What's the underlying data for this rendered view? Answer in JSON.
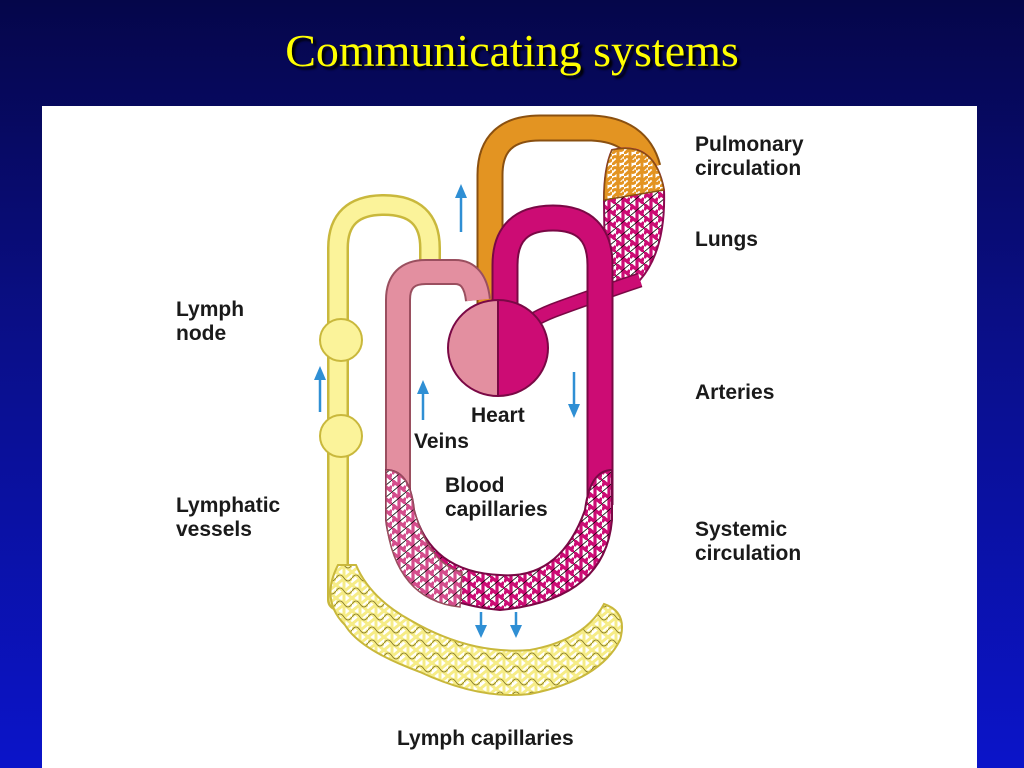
{
  "slide": {
    "title": "Communicating systems"
  },
  "labels": {
    "pulmonary_circulation": "Pulmonary\ncirculation",
    "lungs": "Lungs",
    "lymph_node": "Lymph\nnode",
    "arteries": "Arteries",
    "heart": "Heart",
    "veins": "Veins",
    "blood_capillaries": "Blood\ncapillaries",
    "lymphatic_vessels": "Lymphatic\nvessels",
    "systemic_circulation": "Systemic\ncirculation",
    "lymph_capillaries": "Lymph capillaries"
  },
  "colors": {
    "background_top": "#05064a",
    "background_bottom": "#0b14c9",
    "title": "#ffff00",
    "lymph": "#fbf39a",
    "lymph_outline": "#c9b83c",
    "deoxygenated": "#e38fa0",
    "oxygenated": "#cc0c74",
    "pulmonary_artery": "#e39422",
    "arrow": "#2f8fd4"
  }
}
